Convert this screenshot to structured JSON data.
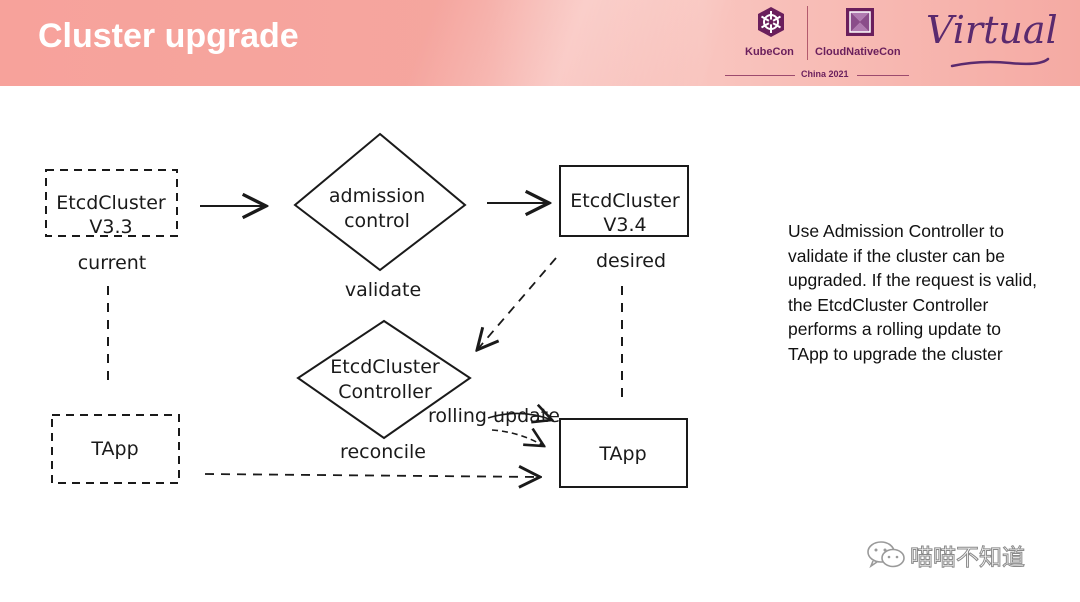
{
  "slide": {
    "title": "Cluster upgrade"
  },
  "branding": {
    "kubecon": "KubeCon",
    "cloudnativecon": "CloudNativeCon",
    "event": "China 2021",
    "virtual": "Virtual",
    "colors": {
      "header": "#f7a29b",
      "logo_purple": "#6a1f5c"
    }
  },
  "diagram": {
    "etcd_current": {
      "line1": "EtcdCluster",
      "line2": "V3.3",
      "caption": "current"
    },
    "admission": {
      "line1": "admission",
      "line2": "control",
      "caption": "validate"
    },
    "etcd_desired": {
      "line1": "EtcdCluster",
      "line2": "V3.4",
      "caption": "desired"
    },
    "controller": {
      "line1": "EtcdCluster",
      "line2": "Controller",
      "caption": "reconcile"
    },
    "tapp_left": {
      "label": "TApp"
    },
    "tapp_right": {
      "label": "TApp"
    },
    "rolling_update": "rolling update"
  },
  "description": "Use Admission Controller to validate if the cluster can be upgraded. If the request is valid, the EtcdCluster Controller performs a rolling update to TApp to upgrade the cluster",
  "watermark": {
    "icon": "wechat-icon",
    "text": "喵喵不知道"
  }
}
